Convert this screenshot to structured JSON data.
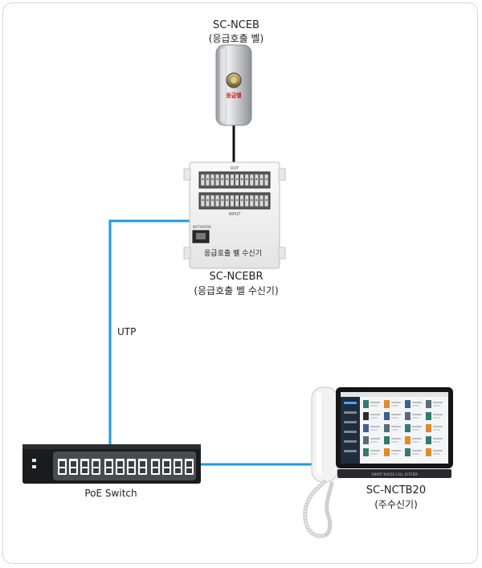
{
  "bell": {
    "model": "SC-NCEB",
    "name": "(응급호출 벨)",
    "button_text": "응급벨"
  },
  "receiver": {
    "model": "SC-NCEBR",
    "name": "(응급호출 벨 수신기)",
    "panel_label": "응급호출 벨 수신기",
    "port_label": "NETWORK",
    "top_block_label": "OUT",
    "bottom_block_label": "INPUT"
  },
  "cable_label": "UTP",
  "switch": {
    "name": "PoE Switch"
  },
  "master": {
    "model": "SC-NCTB20",
    "name": "(주수신기)",
    "screen_footer": "SMART NURSE CALL SYSTEM"
  },
  "colors": {
    "utp_cable": "#1f9bd6",
    "bell_wire": "#111111",
    "frame_border": "#d6d6d6"
  }
}
